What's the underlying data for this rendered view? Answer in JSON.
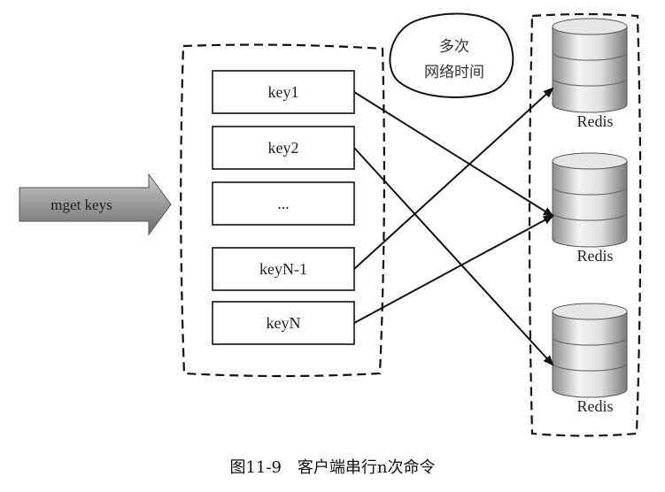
{
  "input_arrow": {
    "label": "mget keys"
  },
  "keys": [
    "key1",
    "key2",
    "...",
    "keyN-1",
    "keyN"
  ],
  "redis_nodes": [
    {
      "label": "Redis"
    },
    {
      "label": "Redis"
    },
    {
      "label": "Redis"
    }
  ],
  "note": {
    "line1": "多次",
    "line2": "网络时间"
  },
  "caption": "图11-9　客户端串行n次命令",
  "edges": [
    {
      "from": "key1",
      "to": 1
    },
    {
      "from": "key2",
      "to": 2
    },
    {
      "from": "keyN-1",
      "to": 0
    },
    {
      "from": "keyN",
      "to": 1
    }
  ]
}
